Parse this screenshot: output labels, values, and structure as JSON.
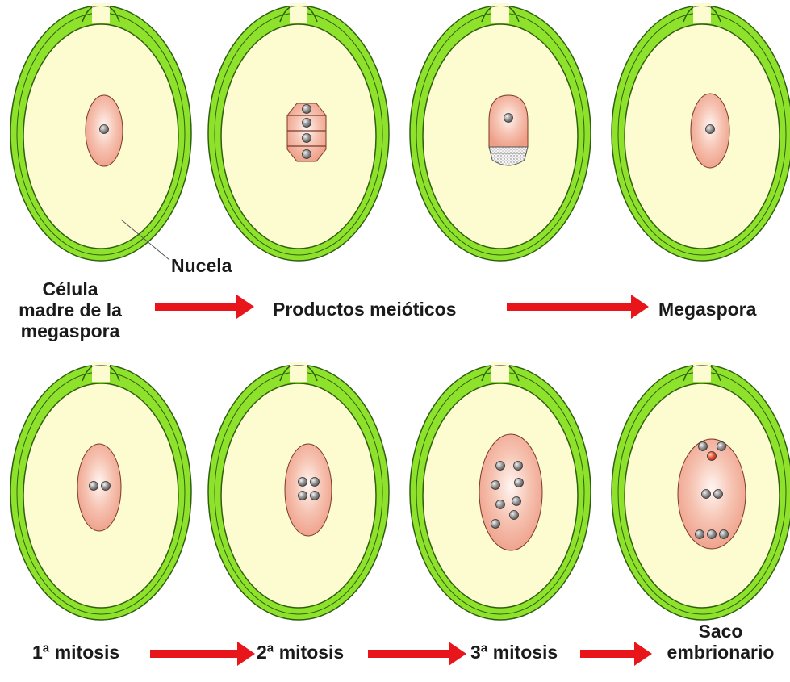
{
  "labels": {
    "nucela": "Nucela",
    "celula_madre_line1": "Célula",
    "celula_madre_line2": "madre de la",
    "celula_madre_line3": "megaspora",
    "productos_meioticos": "Productos meióticos",
    "megaspora": "Megaspora",
    "mitosis1": "1ª mitosis",
    "mitosis2": "2ª mitosis",
    "mitosis3": "3ª mitosis",
    "saco_line1": "Saco",
    "saco_line2": "embrionario"
  },
  "colors": {
    "integument": "#8ee22c",
    "integument_stroke": "#2f5f10",
    "nucellus": "#fdfcd0",
    "cell_fill": "#f2a690",
    "cell_stroke": "#7a3a2a",
    "nucleus": "#8c8c8c",
    "egg_nucleus": "#e8553a",
    "arrow": "#e8161b"
  }
}
